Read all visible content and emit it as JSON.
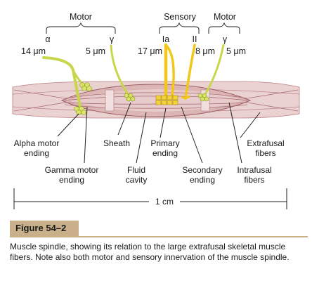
{
  "labels": {
    "motor_top": "Motor",
    "alpha": "α",
    "gamma_left": "γ",
    "sensory_top": "Sensory",
    "Ia": "Ia",
    "II": "II",
    "motor_right": "Motor",
    "gamma_right": "γ",
    "size_14": "14 μm",
    "size_5_left": "5 μm",
    "size_17": "17 μm",
    "size_8": "8 μm",
    "size_5_right": "5 μm",
    "alpha_motor_1": "Alpha motor",
    "alpha_motor_2": "ending",
    "sheath": "Sheath",
    "primary_1": "Primary",
    "primary_2": "ending",
    "extrafusal_1": "Extrafusal",
    "extrafusal_2": "fibers",
    "gamma_motor_1": "Gamma motor",
    "gamma_motor_2": "ending",
    "fluid_1": "Fluid",
    "fluid_2": "cavity",
    "secondary_1": "Secondary",
    "secondary_2": "ending",
    "intrafusal_1": "Intrafusal",
    "intrafusal_2": "fibers",
    "scale": "1 cm"
  },
  "caption": {
    "figure_label": "Figure 54–2",
    "text": "Muscle spindle, showing its relation to the large extrafusal skeletal muscle fibers. Note also both motor and sensory innervation of the muscle spindle."
  },
  "colors": {
    "nerve": "#c8d64a",
    "sensory_ending": "#f1c81a",
    "muscle": "#e4c6c4",
    "fiber_line": "#a86a74",
    "caption_bar": "#c9b08a"
  }
}
